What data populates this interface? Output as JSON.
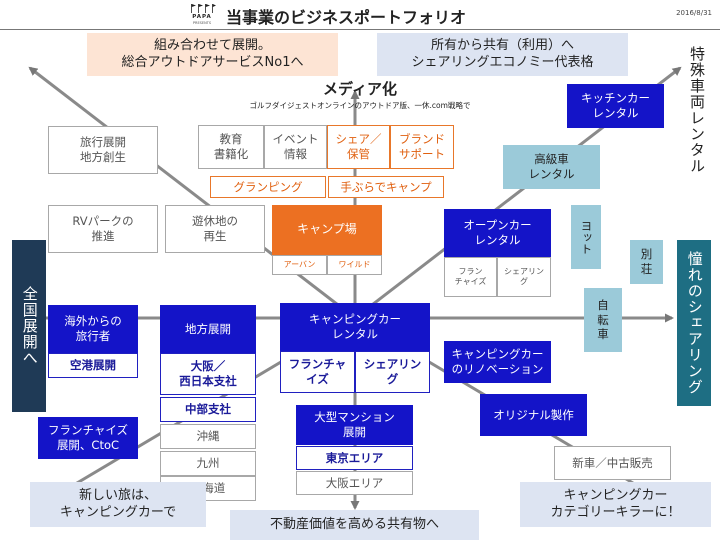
{
  "header": {
    "logo": {
      "brand": "PAPA",
      "sub": "PRESENTS"
    },
    "title": "当事業のビジネスポートフォリオ",
    "date": "2016/8/31"
  },
  "colors": {
    "navy": "#1414c8",
    "orange": "#ec7022",
    "teal": "#9bcad9",
    "dark_navy": "#1f3a56",
    "dark_teal": "#1e6e83",
    "pink": "#fde4d4",
    "light_blue": "#dde4f2"
  },
  "diagram": {
    "top_left_banner": "組み合わせて展開。\n総合アウトドアサービスNo1へ",
    "top_right_banner": "所有から共有（利用）へ\nシェアリングエコノミー代表格",
    "media_title": "メディア化",
    "media_subtitle": "ゴルフダイジェストオンラインのアウトドア版、一休.com戦略で",
    "media_boxes": [
      "教育\n書籍化",
      "イベント\n情報",
      "シェア／\n保管",
      "ブランド\nサポート"
    ],
    "glamping": "グランピング",
    "tebura": "手ぶらでキャンプ",
    "travel": "旅行展開\n地方創生",
    "rv_park": "RVパークの\n推進",
    "idle_land": "遊休地の\n再生",
    "campsite": "キャンプ場",
    "campsite_sub": [
      "アーバン",
      "ワイルド"
    ],
    "open_car": "オープンカー\nレンタル",
    "open_car_sub": [
      "フラン\nチャイズ",
      "シェアリン\nグ"
    ],
    "kitchen_car": "キッチンカー\nレンタル",
    "luxury_car": "高級車\nレンタル",
    "yacht": "ヨット",
    "villa": "別\n荘",
    "bicycle": "自\n転\n車",
    "right_vertical": "特殊車両レンタル",
    "left_axis": "全国展開へ",
    "right_axis": "憧れのシェアリング",
    "overseas": "海外からの\n旅行者",
    "airport": "空港展開",
    "regional": "地方展開",
    "osaka_west": "大阪／\n西日本支社",
    "regions": [
      "中部支社",
      "沖縄",
      "九州",
      "北海道"
    ],
    "center": "キャンピングカー\nレンタル",
    "center_sub": [
      "フランチャ\nイズ",
      "シェアリン\nグ"
    ],
    "renovation": "キャンピングカー\nのリノベーション",
    "original": "オリジナル製作",
    "sales": "新車／中古販売",
    "mansion": "大型マンション\n展開",
    "tokyo": "東京エリア",
    "osaka_area": "大阪エリア",
    "franchise_ctoc": "フランチャイズ\n展開、CtoC",
    "bottom_left_banner": "新しい旅は、\nキャンピングカーで",
    "bottom_center_banner": "不動産価値を高める共有物へ",
    "bottom_right_banner": "キャンピングカー\nカテゴリーキラーに！"
  }
}
